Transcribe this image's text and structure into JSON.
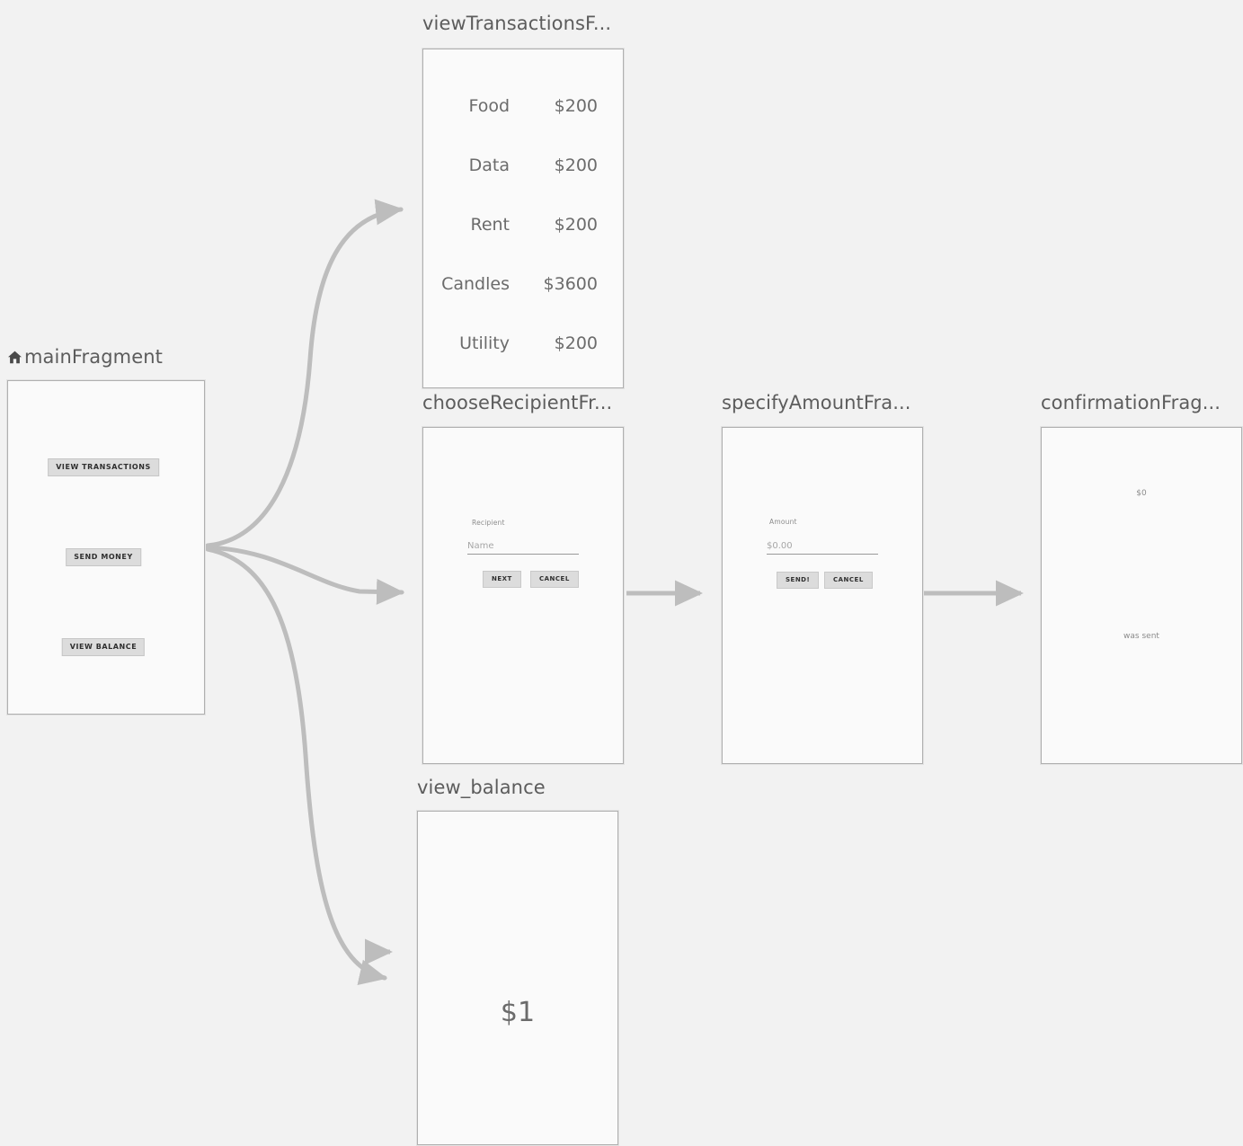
{
  "canvas": {
    "background": "#f2f2f2",
    "panel_fill": "#fafafa",
    "panel_border": "#b0b0b0",
    "edge_color": "#bdbdbd",
    "title_color": "#5c5c5c",
    "button_fill": "#dcdcdc"
  },
  "nodes": {
    "main_fragment": {
      "title": "mainFragment",
      "home_icon": "home-icon",
      "is_start_destination": true,
      "buttons": [
        {
          "label": "VIEW TRANSACTIONS"
        },
        {
          "label": "SEND MONEY"
        },
        {
          "label": "VIEW BALANCE"
        }
      ]
    },
    "view_transactions": {
      "title": "viewTransactionsF...",
      "full_title": "viewTransactionsFragment",
      "rows": [
        {
          "label": "Food",
          "amount": "$200"
        },
        {
          "label": "Data",
          "amount": "$200"
        },
        {
          "label": "Rent",
          "amount": "$200"
        },
        {
          "label": "Candles",
          "amount": "$3600"
        },
        {
          "label": "Utility",
          "amount": "$200"
        }
      ]
    },
    "choose_recipient": {
      "title": "chooseRecipientFr...",
      "full_title": "chooseRecipientFragment",
      "field_label": "Recipient",
      "field_placeholder": "Name",
      "field_value": "",
      "primary_button": "NEXT",
      "secondary_button": "CANCEL"
    },
    "specify_amount": {
      "title": "specifyAmountFra...",
      "full_title": "specifyAmountFragment",
      "field_label": "Amount",
      "field_placeholder": "$0.00",
      "field_value": "",
      "primary_button": "SEND!",
      "secondary_button": "CANCEL"
    },
    "confirmation": {
      "title": "confirmationFrag...",
      "full_title": "confirmationFragment",
      "amount": "$0",
      "message": "was sent"
    },
    "view_balance": {
      "title": "view_balance",
      "balance": "$1"
    }
  }
}
